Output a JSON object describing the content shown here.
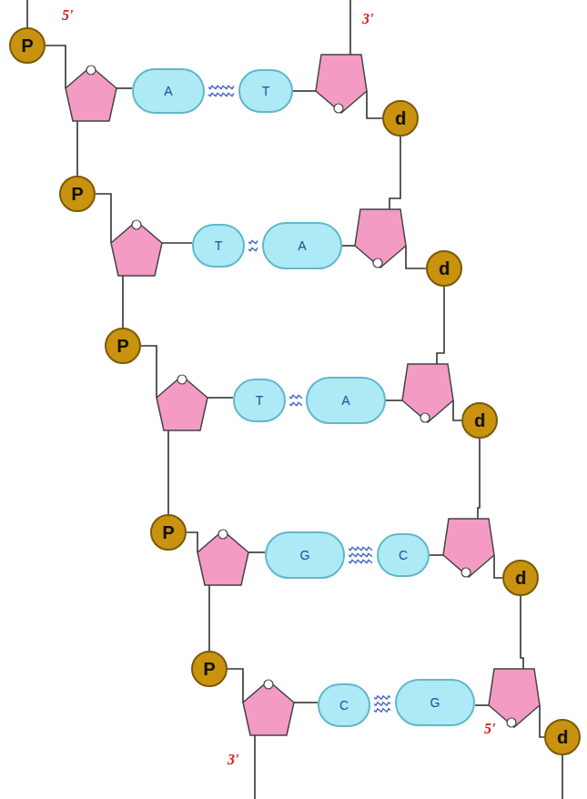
{
  "diagram": {
    "nodes": [
      {
        "text": [
          "P"
        ]
      },
      {
        "text": [
          "A"
        ]
      },
      {
        "text": [
          "T"
        ]
      },
      {
        "text": [
          "d"
        ]
      },
      {
        "text": [
          "P"
        ]
      },
      {
        "text": [
          "T"
        ]
      },
      {
        "text": [
          "A"
        ]
      },
      {
        "text": [
          "d"
        ]
      },
      {
        "text": [
          "P"
        ]
      },
      {
        "text": [
          "T"
        ]
      },
      {
        "text": [
          "A"
        ]
      },
      {
        "text": [
          "d"
        ]
      },
      {
        "text": [
          "P"
        ]
      },
      {
        "text": [
          "G"
        ]
      },
      {
        "text": [
          "C"
        ]
      },
      {
        "text": [
          "d"
        ]
      },
      {
        "text": [
          "P"
        ]
      },
      {
        "text": [
          "C"
        ]
      },
      {
        "text": [
          "G"
        ]
      },
      {
        "text": [
          "d"
        ]
      }
    ],
    "edges": [
      {
        "from": 1,
        "to": 2,
        "arrow": "none"
      },
      {
        "from": 5,
        "to": 6,
        "arrow": "none"
      },
      {
        "from": 9,
        "to": 10,
        "arrow": "none"
      },
      {
        "from": 13,
        "to": 14,
        "arrow": "none"
      },
      {
        "from": 17,
        "to": 18,
        "arrow": "none"
      }
    ],
    "labels": [
      "5'",
      "3'",
      "3'",
      "5'"
    ]
  }
}
